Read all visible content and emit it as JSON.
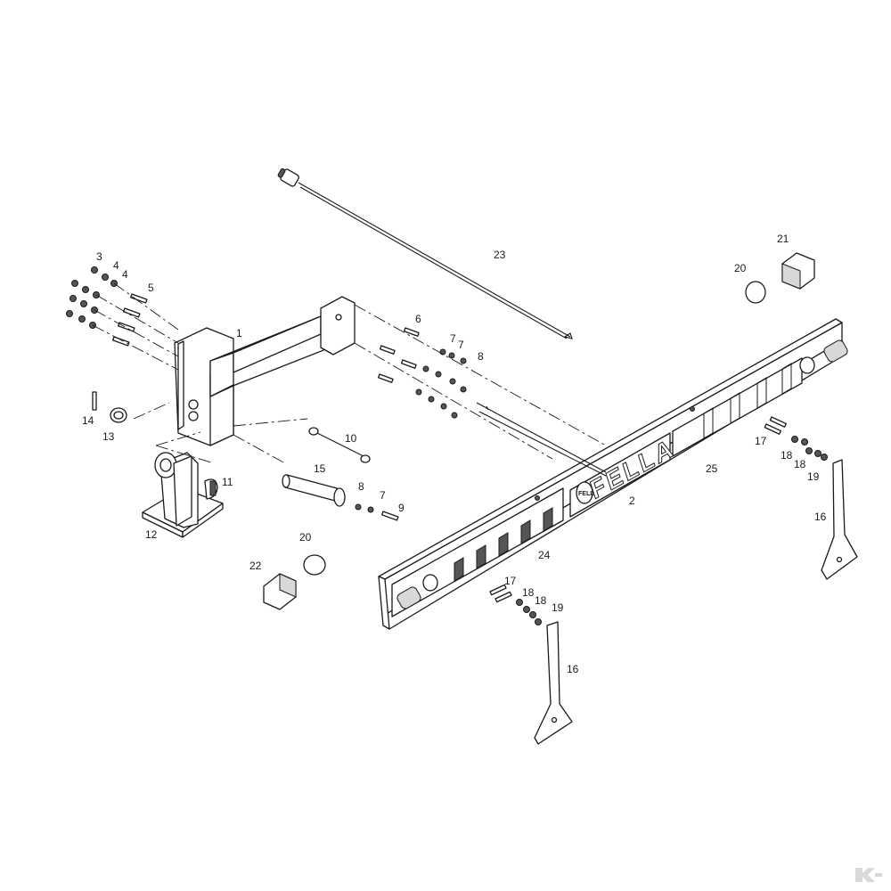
{
  "diagram": {
    "brand_text": "FELLA",
    "brand_badge_text": "FELLA",
    "callouts": [
      {
        "id": "c1",
        "text": "1"
      },
      {
        "id": "c2",
        "text": "2"
      },
      {
        "id": "c3",
        "text": "3"
      },
      {
        "id": "c4a",
        "text": "4"
      },
      {
        "id": "c4b",
        "text": "4"
      },
      {
        "id": "c5",
        "text": "5"
      },
      {
        "id": "c6",
        "text": "6"
      },
      {
        "id": "c7a",
        "text": "7"
      },
      {
        "id": "c7b",
        "text": "7"
      },
      {
        "id": "c8a",
        "text": "8"
      },
      {
        "id": "c8b",
        "text": "8"
      },
      {
        "id": "c7c",
        "text": "7"
      },
      {
        "id": "c9",
        "text": "9"
      },
      {
        "id": "c10",
        "text": "10"
      },
      {
        "id": "c11",
        "text": "11"
      },
      {
        "id": "c12",
        "text": "12"
      },
      {
        "id": "c13",
        "text": "13"
      },
      {
        "id": "c14",
        "text": "14"
      },
      {
        "id": "c15",
        "text": "15"
      },
      {
        "id": "c16a",
        "text": "16"
      },
      {
        "id": "c16b",
        "text": "16"
      },
      {
        "id": "c17a",
        "text": "17"
      },
      {
        "id": "c17b",
        "text": "17"
      },
      {
        "id": "c18a",
        "text": "18"
      },
      {
        "id": "c18b",
        "text": "18"
      },
      {
        "id": "c18c",
        "text": "18"
      },
      {
        "id": "c18d",
        "text": "18"
      },
      {
        "id": "c19a",
        "text": "19"
      },
      {
        "id": "c19b",
        "text": "19"
      },
      {
        "id": "c20a",
        "text": "20"
      },
      {
        "id": "c20b",
        "text": "20"
      },
      {
        "id": "c21",
        "text": "21"
      },
      {
        "id": "c22",
        "text": "22"
      },
      {
        "id": "c23",
        "text": "23"
      },
      {
        "id": "c24",
        "text": "24"
      },
      {
        "id": "c25",
        "text": "25"
      }
    ]
  }
}
